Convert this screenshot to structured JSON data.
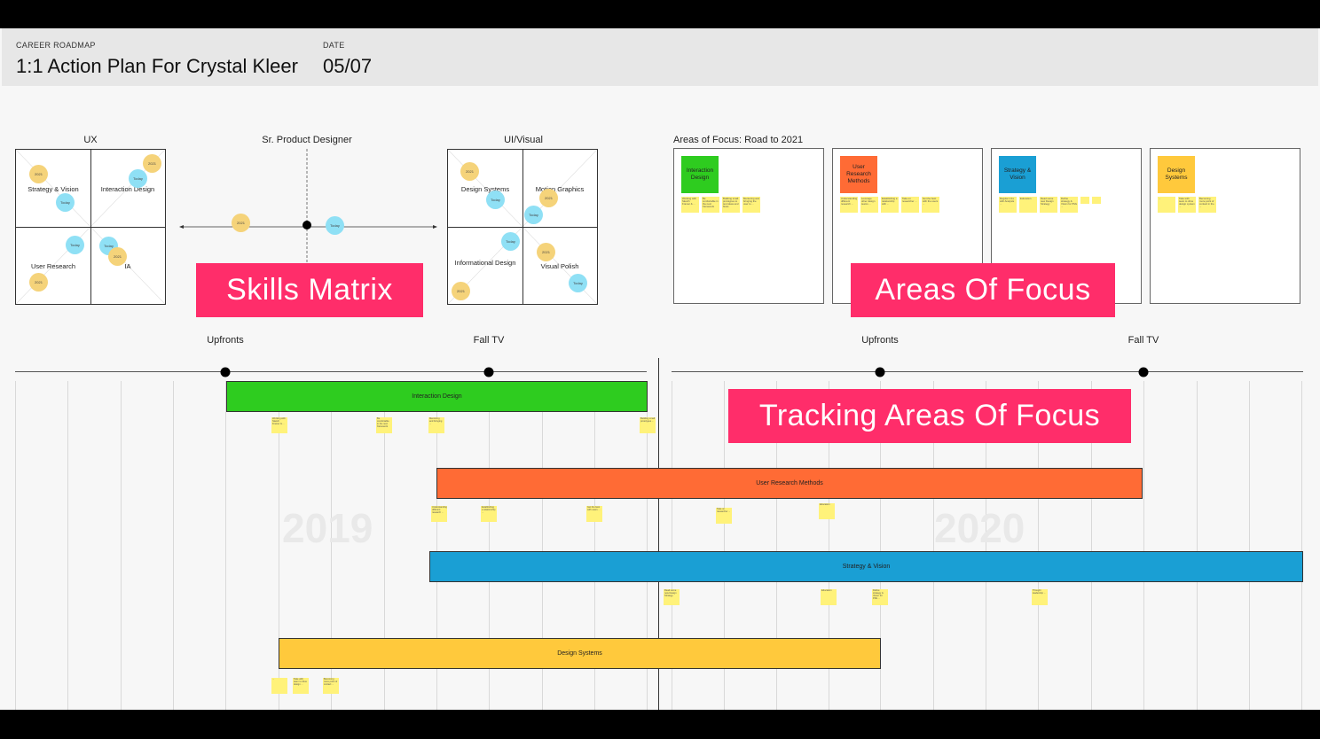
{
  "header": {
    "roadmap_label": "CAREER ROADMAP",
    "title": "1:1 Action Plan For Crystal Kleer",
    "date_label": "DATE",
    "date_value": "05/07"
  },
  "skills_matrix": {
    "ux": {
      "title": "UX",
      "quadrants": [
        "Strategy & Vision",
        "Interaction Design",
        "User Research",
        "IA"
      ]
    },
    "sr_product_designer": {
      "title": "Sr. Product Designer"
    },
    "ui_visual": {
      "title": "UI/Visual",
      "quadrants": [
        "Design Systems",
        "Motion Graphics",
        "Informational Design",
        "Visual Polish"
      ]
    },
    "dot_labels": {
      "past": "2021",
      "now": "Today"
    }
  },
  "areas_of_focus": {
    "title": "Areas of Focus: Road to 2021",
    "cards": [
      {
        "label": "Interaction Design",
        "color": "#2ecc1f",
        "notes": [
          "Working with Sketch Framer & ...",
          "Be comfortable in the next framework",
          "Building small prototypes to test ideas and flows",
          "Mentoring and bringing the user to ..."
        ]
      },
      {
        "label": "User Research Methods",
        "color": "#ff6b35",
        "notes": [
          "Understanding different research ...",
          "Leverage other design teams ...",
          "Establishing a relationship with ...",
          "Take on researcher ...",
          "Get the best with the users ..."
        ]
      },
      {
        "label": "Strategy & Vision",
        "color": "#1a9fd4",
        "notes": [
          "Regular 1:1s with Analysts ...",
          "Education",
          "Read some new Design Strategy",
          "Define strategy & Vision for PMs ...",
          "",
          ""
        ]
      },
      {
        "label": "Design Systems",
        "color": "#ffc93c",
        "notes": [
          "...",
          "Take with team to drive design system ...",
          "Becoming more point of contact in the ..."
        ]
      }
    ]
  },
  "callouts": {
    "skills": "Skills Matrix",
    "focus": "Areas Of Focus",
    "tracking": "Tracking Areas Of Focus"
  },
  "timeline": {
    "milestones": [
      "Upfronts",
      "Fall TV",
      "Upfronts",
      "Fall TV"
    ],
    "years": [
      "2019",
      "2020"
    ],
    "bars": [
      {
        "label": "Interaction Design",
        "color": "#2ecc1f"
      },
      {
        "label": "User Research Methods",
        "color": "#ff6b35"
      },
      {
        "label": "Strategy & Vision",
        "color": "#1a9fd4"
      },
      {
        "label": "Design Systems",
        "color": "#ffc93c"
      }
    ],
    "notes": {
      "interaction": [
        "Working with Sketch Framer & ...",
        "Be comfortable in the next framework",
        "Mentoring and bringing ...",
        "Building small prototypes ..."
      ],
      "research": [
        "Understanding different research ...",
        "Establishing a relationship ...",
        "Get the best with users ...",
        "Take on researcher ...",
        "Education"
      ],
      "strategy": [
        "Read some new Design Strategy",
        "Education",
        "Define strategy & Vision for PMs ...",
        "Thought leadership ..."
      ],
      "systems": [
        "...",
        "Take with team to drive design ...",
        "Becoming more point of contact ..."
      ]
    }
  }
}
